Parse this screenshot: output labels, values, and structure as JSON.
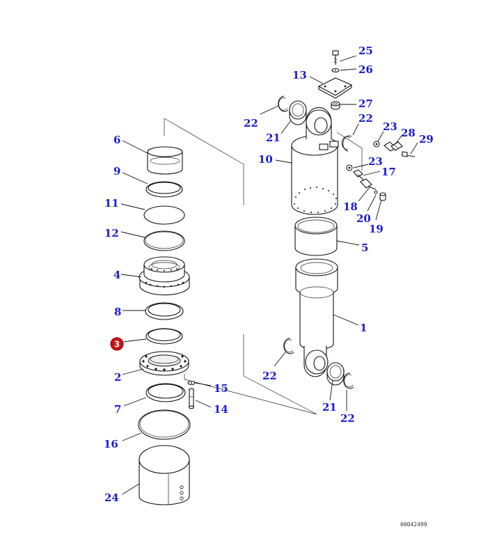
{
  "diagram": {
    "labels": {
      "p1": "1",
      "p2": "2",
      "p3": "3",
      "p4": "4",
      "p5": "5",
      "p6": "6",
      "p7": "7",
      "p8": "8",
      "p9": "9",
      "p10": "10",
      "p11": "11",
      "p12": "12",
      "p13": "13",
      "p14": "14",
      "p15": "15",
      "p16": "16",
      "p17": "17",
      "p18": "18",
      "p19": "19",
      "p20": "20",
      "p21a": "21",
      "p21b": "21",
      "p22a": "22",
      "p22b": "22",
      "p22c": "22",
      "p22d": "22",
      "p23a": "23",
      "p23b": "23",
      "p24": "24",
      "p25": "25",
      "p26": "26",
      "p27": "27",
      "p28": "28",
      "p29": "29"
    },
    "highlight_color": "#d01010",
    "label_color": "#1a1ad6",
    "drawing_number": "00042499"
  }
}
